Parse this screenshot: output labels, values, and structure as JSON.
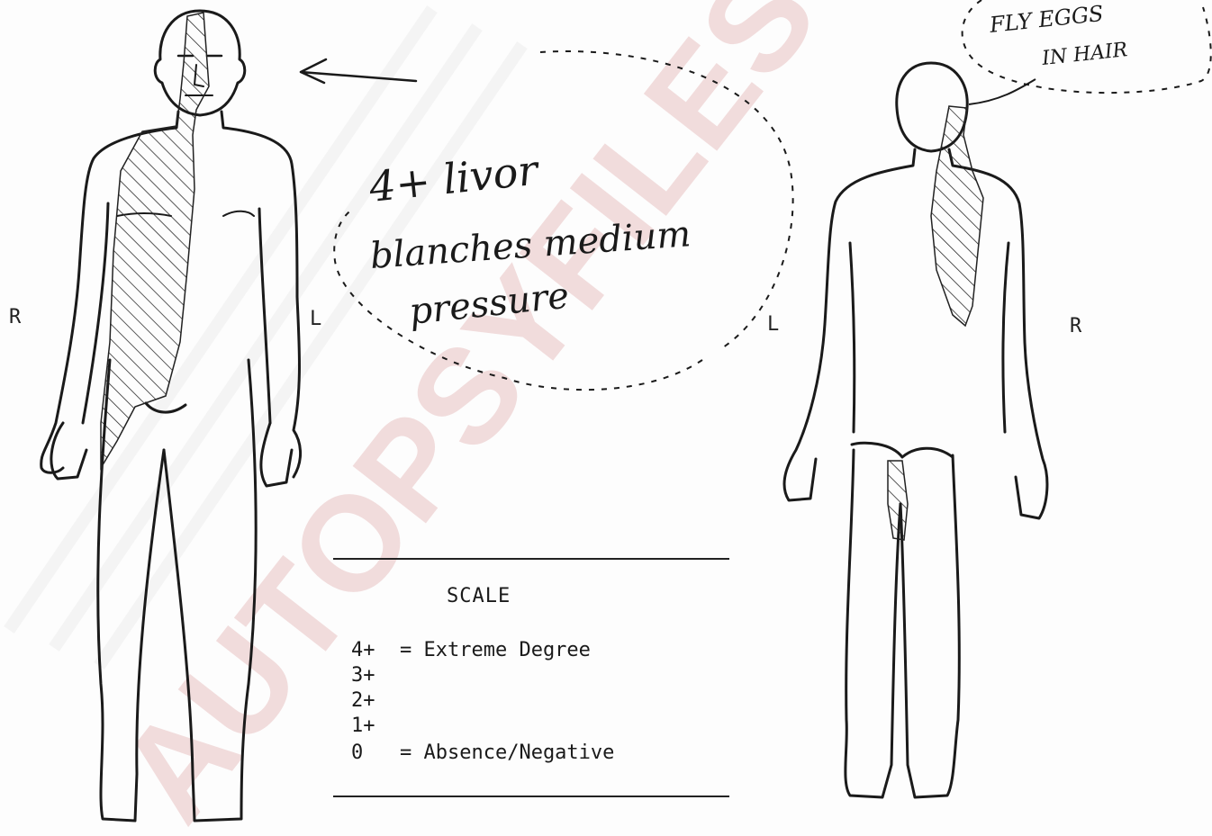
{
  "labels": {
    "front_right": "R",
    "front_left": "L",
    "back_left": "L",
    "back_right": "R"
  },
  "notes": {
    "fly_eggs_line1": "FLY EGGS",
    "fly_eggs_line2": "IN HAIR",
    "livor": "4+ livor",
    "blanches_line1": "blanches medium",
    "blanches_line2": "pressure"
  },
  "scale": {
    "title": "SCALE",
    "rows": [
      {
        "level": "4+",
        "description": "= Extreme Degree"
      },
      {
        "level": "3+",
        "description": ""
      },
      {
        "level": "2+",
        "description": ""
      },
      {
        "level": "1+",
        "description": ""
      },
      {
        "level": "0",
        "description": "= Absence/Negative"
      }
    ]
  },
  "watermark": "AUTOPSYFILES",
  "colors": {
    "ink": "#1a1a1a",
    "watermark": "#d9a0a0"
  }
}
